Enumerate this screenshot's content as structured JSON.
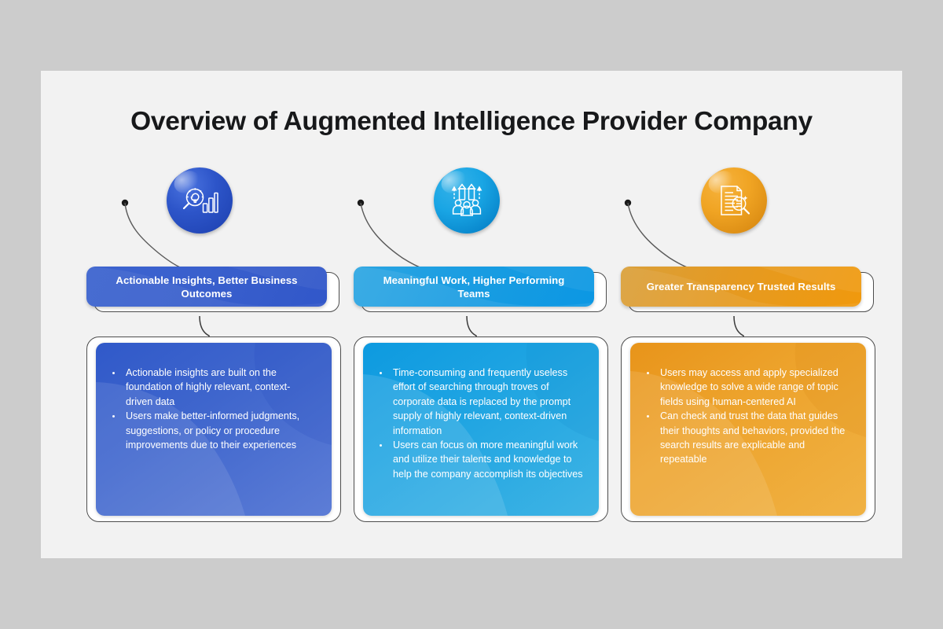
{
  "slide": {
    "title": "Overview of Augmented Intelligence Provider Company",
    "background_color": "#f2f2f2",
    "canvas_color": "#cccccc"
  },
  "columns": [
    {
      "icon_name": "insight-magnifier-bar-chart-icon",
      "accent_color": "#2f57c8",
      "circle_gradient_from": "#2d55c9",
      "circle_gradient_to": "#1c3fae",
      "banner_gradient_from": "#3c63cf",
      "banner_gradient_to": "#3157c9",
      "card_gradient_from": "#3059c9",
      "card_gradient_to": "#5d7dd6",
      "banner_label": "Actionable Insights, Better Business Outcomes",
      "bullets": [
        "Actionable insights are built on the foundation of highly relevant, context-driven data",
        "Users make better-informed judgments, suggestions, or policy or procedure improvements due to their experiences"
      ]
    },
    {
      "icon_name": "team-growth-people-arrows-icon",
      "accent_color": "#0d9ae0",
      "circle_gradient_from": "#19a5e4",
      "circle_gradient_to": "#0077c0",
      "banner_gradient_from": "#2ba5e2",
      "banner_gradient_to": "#0b97e3",
      "card_gradient_from": "#0d9ae0",
      "card_gradient_to": "#3fb4e4",
      "banner_label": "Meaningful Work, Higher Performing Teams",
      "bullets": [
        "Time-consuming and frequently useless effort of searching through troves of corporate data is replaced by the prompt supply of highly relevant, context-driven information",
        "Users can focus on more meaningful work and utilize their talents and knowledge to help the company accomplish its objectives"
      ]
    },
    {
      "icon_name": "document-search-magnifier-icon",
      "accent_color": "#e8941a",
      "circle_gradient_from": "#f0a423",
      "circle_gradient_to": "#d2820d",
      "banner_gradient_from": "#daa03a",
      "banner_gradient_to": "#f0990d",
      "card_gradient_from": "#e8941a",
      "card_gradient_to": "#f0b244",
      "banner_label": "Greater Transparency Trusted Results",
      "bullets": [
        "Users may access and apply specialized knowledge to solve a wide range of topic fields using human-centered AI",
        "Can check and trust the data that guides their thoughts and behaviors, provided the search results are explicable and repeatable"
      ]
    }
  ]
}
